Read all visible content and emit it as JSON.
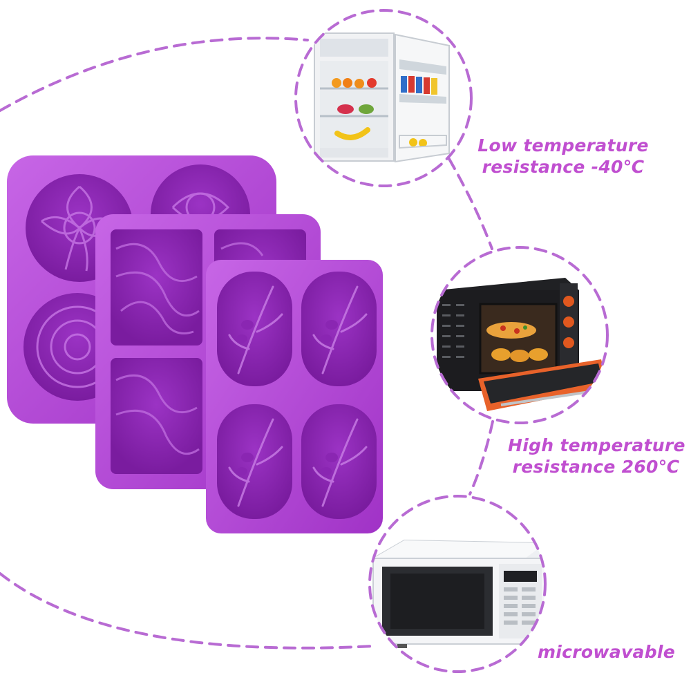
{
  "features": [
    {
      "line1": "Low temperature",
      "line2": "resistance -40℃",
      "icon": "refrigerator"
    },
    {
      "line1": "High temperature",
      "line2": "resistance 260℃",
      "icon": "oven"
    },
    {
      "line1": "microwavable",
      "line2": "",
      "icon": "microwave"
    }
  ],
  "colors": {
    "caption": "#c04fd0",
    "dash": "#b86bd3",
    "mold": "#b43fd8",
    "mold_light": "#c766e6",
    "mold_dark": "#7d1ba2"
  }
}
